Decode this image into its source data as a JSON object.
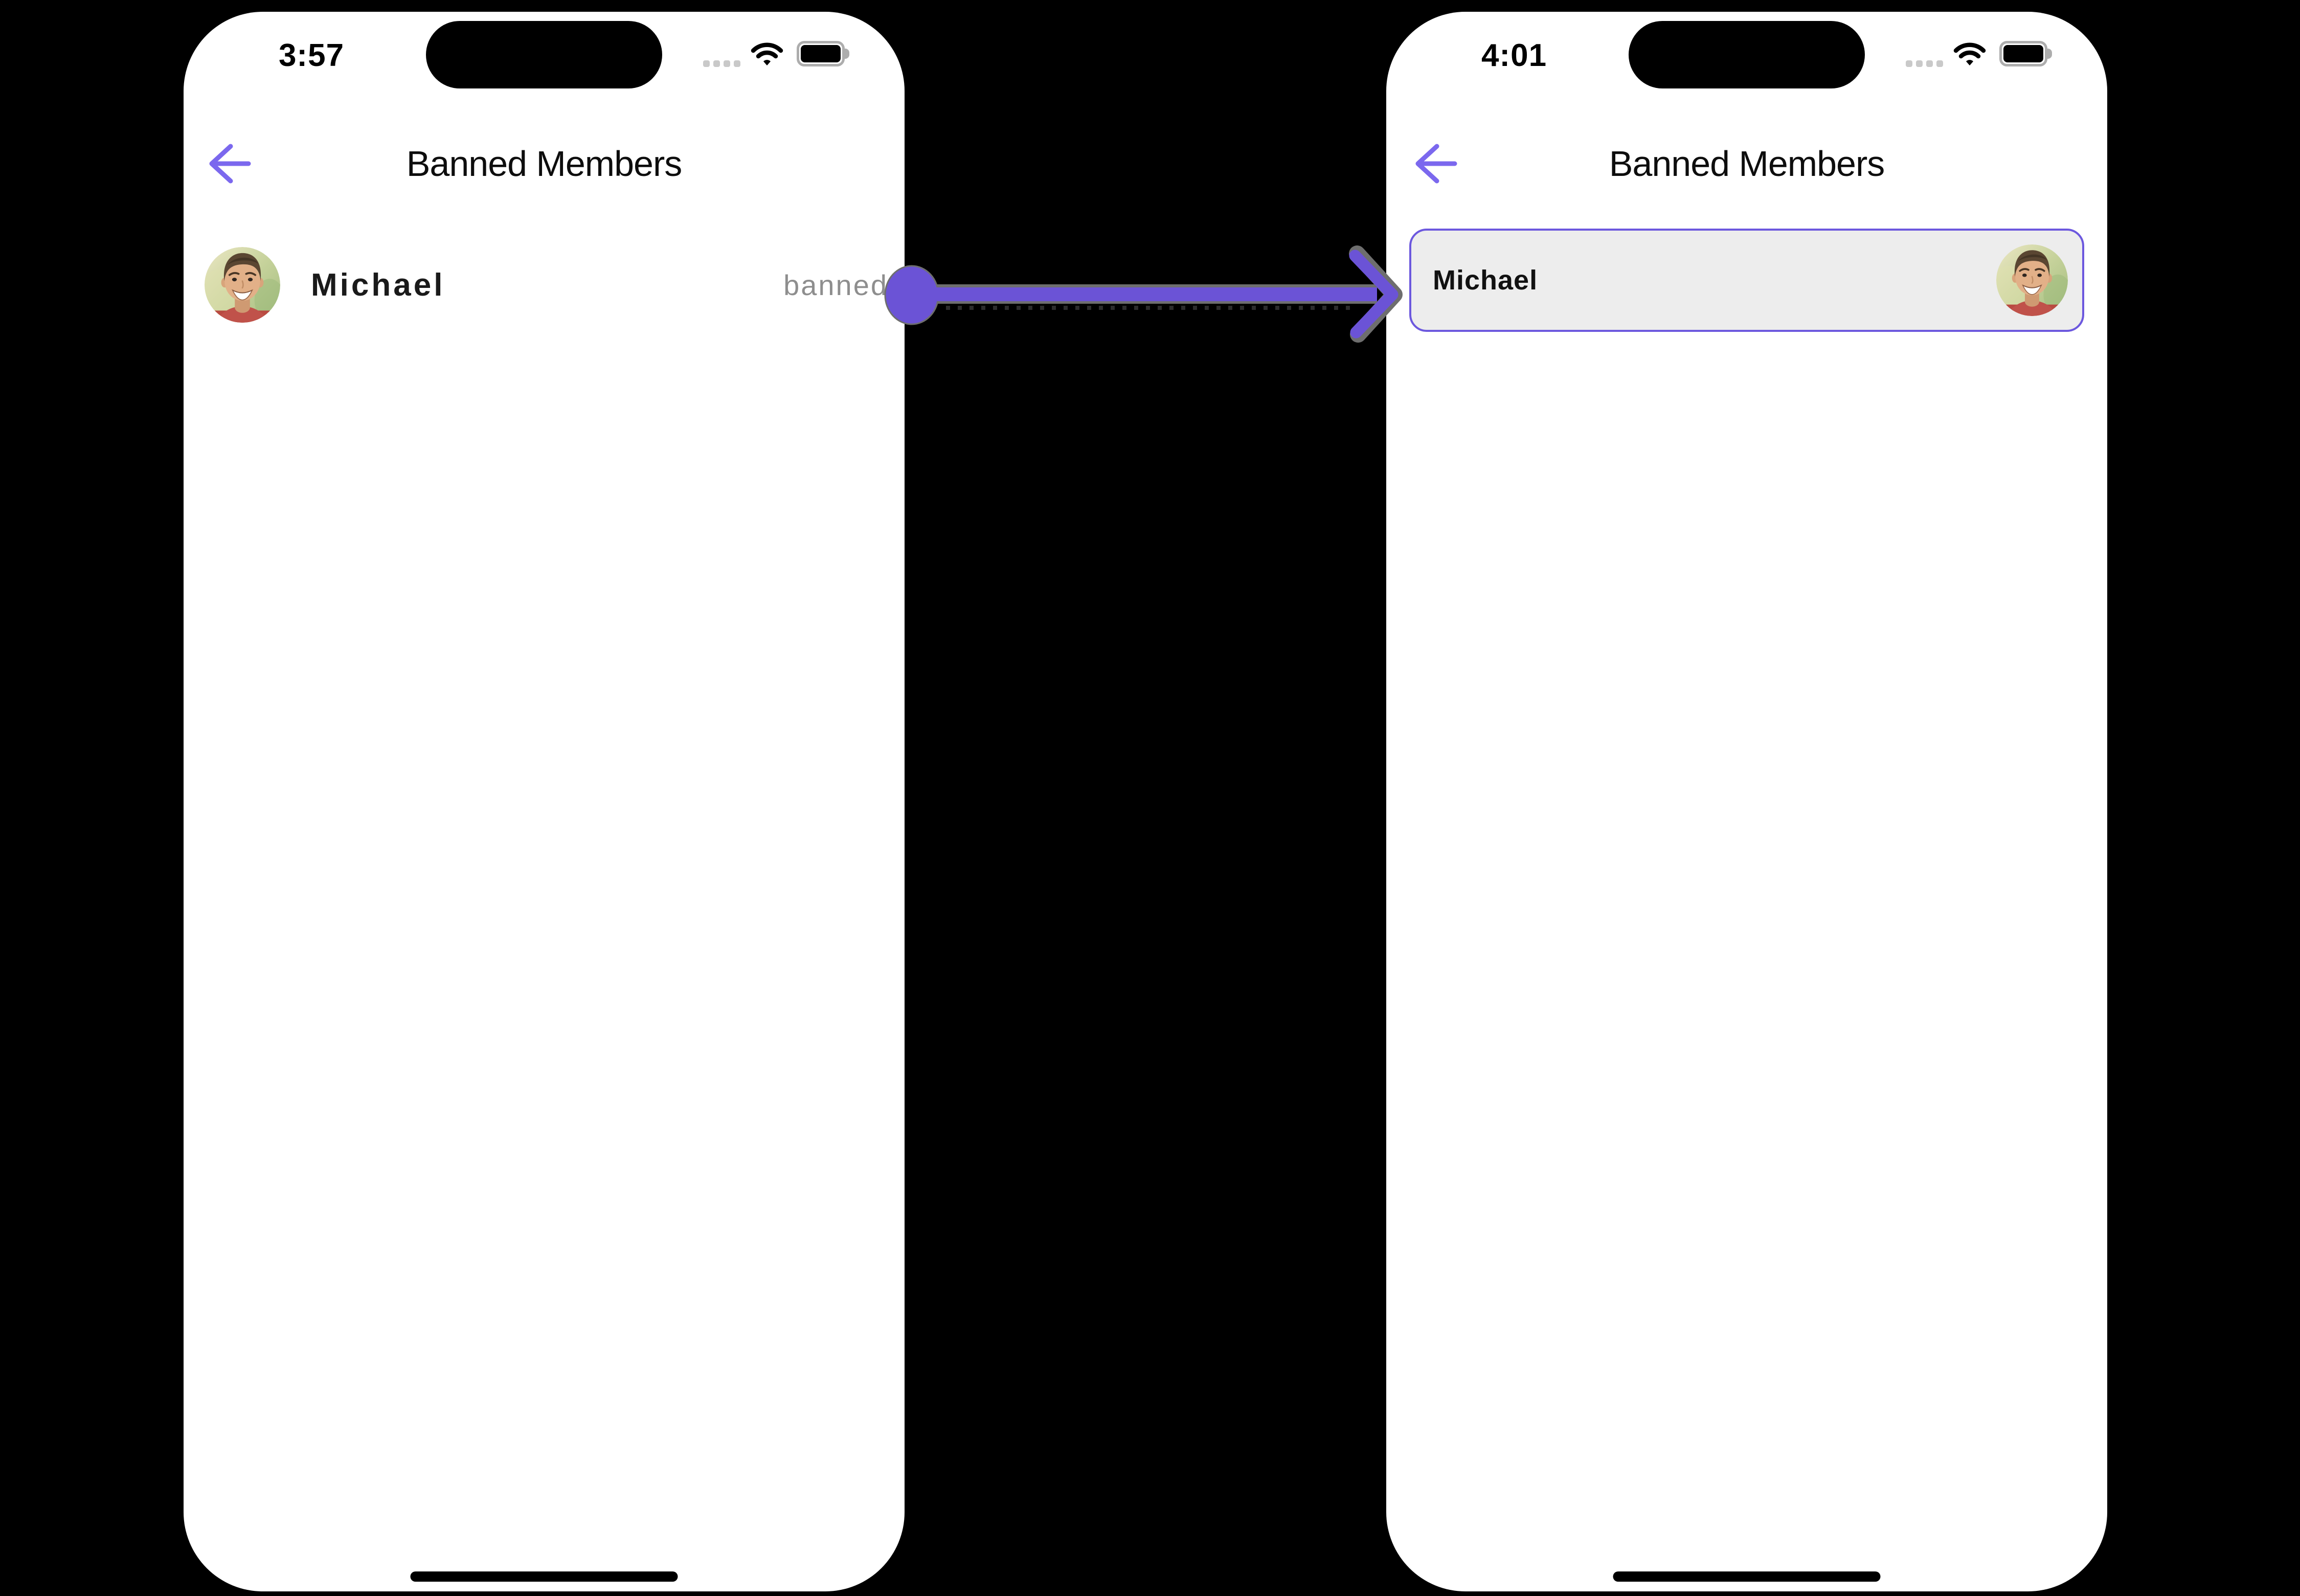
{
  "colors": {
    "page_background": "#000000",
    "phone_background": "#FFFFFF",
    "accent_purple": "#6B53D6",
    "back_arrow_purple": "#7B68EE",
    "card_border": "#6C58DE",
    "card_background": "#EDEDED",
    "muted_text": "#8E8E8E",
    "primary_text": "#1A1A1A"
  },
  "left_screen": {
    "status_bar": {
      "time": "3:57"
    },
    "header": {
      "title": "Banned Members"
    },
    "member_row": {
      "name": "Michael",
      "status_label": "banned"
    }
  },
  "right_screen": {
    "status_bar": {
      "time": "4:01"
    },
    "header": {
      "title": "Banned Members"
    },
    "member_card": {
      "name": "Michael"
    }
  }
}
